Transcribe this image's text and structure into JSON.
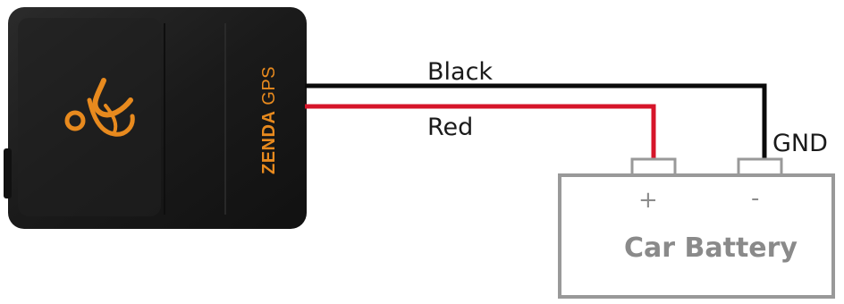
{
  "device": {
    "brand_bold": "ZENDA",
    "brand_light": "GPS"
  },
  "wires": {
    "black_label": "Black",
    "red_label": "Red",
    "ground_label": "GND"
  },
  "battery": {
    "label": "Car Battery",
    "positive_sign": "+",
    "negative_sign": "-"
  },
  "colors": {
    "black_wire": "#0a0a0a",
    "red_wire": "#d6152a",
    "device_body": "#1c1c1c",
    "accent_orange": "#e88a1e",
    "battery_outline": "#999999"
  }
}
